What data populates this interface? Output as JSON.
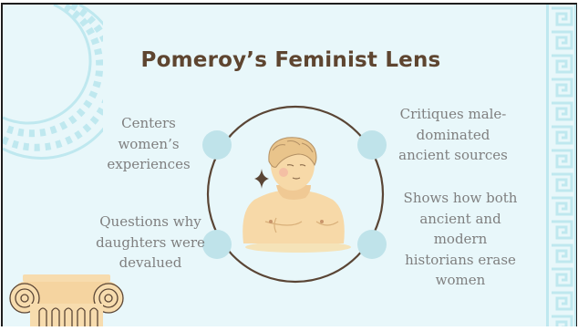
{
  "slide": {
    "title": "Pomeroy’s Feminist Lens",
    "points": [
      {
        "text": "Centers women’s experiences"
      },
      {
        "text": "Critiques male-dominated ancient sources"
      },
      {
        "text": "Questions why daughters were devalued"
      },
      {
        "text": "Shows how both ancient and modern historians erase women"
      }
    ]
  },
  "colors": {
    "background": "#e8f7fa",
    "title": "#5e4530",
    "text": "#7f7f7f",
    "accent_dot": "#bfe3ea",
    "circle_line": "#5a4535",
    "greek_key": "#bfe8ef",
    "column": "#f7dcae"
  },
  "icons": [
    "greek-key-corner-ornament",
    "greek-key-border",
    "classical-bust-illustration",
    "ionic-column-capital",
    "sparkle-icon"
  ]
}
